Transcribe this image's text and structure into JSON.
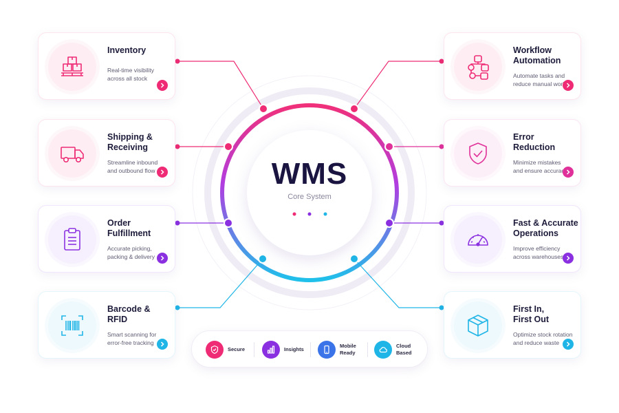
{
  "center": {
    "title": "WMS",
    "subtitle": "Core System"
  },
  "colors": {
    "pink": "#ee2b74",
    "magenta": "#e0309a",
    "purple": "#8a30e0",
    "cyan": "#1fb5e6",
    "blue": "#3a74e8",
    "ink": "#1a1440"
  },
  "cards_left": [
    {
      "title": "Inventory",
      "description": "Real-time visibility\nacross all stock",
      "icon": "pallet-boxes-icon",
      "accent": "#ee2b74"
    },
    {
      "title": "Shipping &\nReceiving",
      "description": "Streamline inbound\nand outbound flow",
      "icon": "delivery-truck-icon",
      "accent": "#ee2b74"
    },
    {
      "title": "Order\nFulfillment",
      "description": "Accurate picking,\npacking & delivery",
      "icon": "clipboard-list-icon",
      "accent": "#8a30e0"
    },
    {
      "title": "Barcode &\nRFID",
      "description": "Smart scanning for\nerror-free tracking",
      "icon": "barcode-scanner-icon",
      "accent": "#1fb5e6"
    }
  ],
  "cards_right": [
    {
      "title": "Workflow\nAutomation",
      "description": "Automate tasks and\nreduce manual work",
      "icon": "workflow-nodes-icon",
      "accent": "#ee2b74"
    },
    {
      "title": "Error\nReduction",
      "description": "Minimize mistakes\nand ensure accuracy",
      "icon": "shield-check-icon",
      "accent": "#e0309a"
    },
    {
      "title": "Fast & Accurate\nOperations",
      "description": "Improve efficiency\nacross warehouses",
      "icon": "speedometer-icon",
      "accent": "#8a30e0"
    },
    {
      "title": "First In,\nFirst Out",
      "description": "Optimize stock rotation\nand reduce waste",
      "icon": "box-cube-icon",
      "accent": "#1fb5e6"
    }
  ],
  "features": [
    {
      "label": "Secure",
      "icon": "shield-icon",
      "color": "#ee2b74"
    },
    {
      "label": "Insights",
      "icon": "bar-chart-icon",
      "color": "#8a30e0"
    },
    {
      "label": "Mobile\nReady",
      "icon": "mobile-phone-icon",
      "color": "#3a74e8"
    },
    {
      "label": "Cloud\nBased",
      "icon": "cloud-icon",
      "color": "#1fb5e6"
    }
  ]
}
